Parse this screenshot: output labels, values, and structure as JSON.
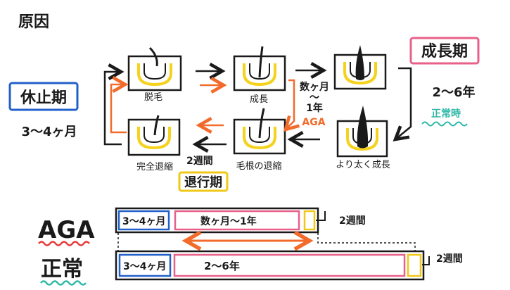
{
  "title": "原因",
  "phases": {
    "resting": {
      "label": "休止期",
      "duration": "3〜4ヶ月"
    },
    "growth": {
      "label": "成長期",
      "duration": "2〜6年",
      "note": "正常時"
    },
    "regression": {
      "label": "退行期",
      "duration": "2週間"
    }
  },
  "stages": {
    "top": [
      "脱毛",
      "成長",
      ""
    ],
    "bottom": [
      "完全退縮",
      "毛根の退縮",
      "より太く成長"
    ]
  },
  "aga_path": {
    "duration_lines": [
      "数ヶ月",
      "〜",
      "1年"
    ],
    "label": "AGA"
  },
  "comparison": {
    "rows": [
      {
        "label": "AGA",
        "resting": "3〜4ヶ月",
        "growth": "数ヶ月〜1年",
        "regression": "2週間"
      },
      {
        "label": "正常",
        "resting": "3〜4ヶ月",
        "growth": "2〜6年",
        "regression": "2週間"
      }
    ]
  },
  "colors": {
    "resting": "#2160c8",
    "growth": "#e8608a",
    "regression": "#f2c818",
    "aga": "#f26b2a",
    "normal": "#2fb8a8",
    "aga_underline": "#e83a3a",
    "follicle": "#f5d21e"
  }
}
